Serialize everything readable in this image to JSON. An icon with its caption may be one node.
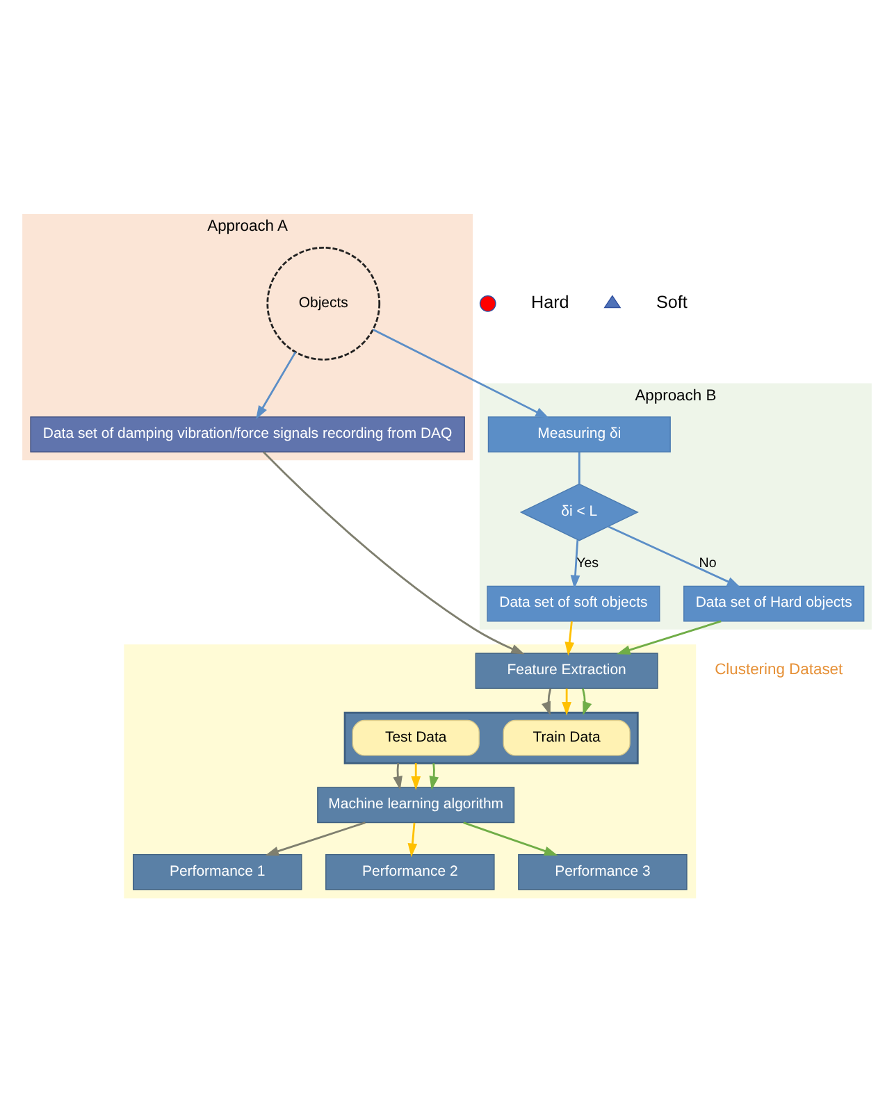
{
  "diagram": {
    "nodes": [
      {
        "text": [
          "Approach A"
        ]
      },
      {
        "text": [
          "Approach B"
        ]
      },
      {
        "text": [
          "Objects"
        ],
        "in": 0
      },
      {
        "text": [
          "Measuring δi"
        ],
        "in": 1
      },
      {
        "text": [
          "δi < L"
        ],
        "in": 1
      },
      {
        "text": [
          "Data set of soft objects"
        ],
        "in": 1
      },
      {
        "text": [
          "Data set of Hard objects"
        ],
        "in": 1
      },
      {
        "text": [
          "Data set of damping vibration/force signals recording from DAQ"
        ],
        "in": 0
      },
      {
        "text": [],
        "shape": "box"
      },
      {
        "text": [
          "Feature Extraction"
        ],
        "in": 8
      },
      {
        "text": [],
        "shape": "box",
        "in": 8
      },
      {
        "text": [
          "Train Data"
        ],
        "in": 10
      },
      {
        "text": [
          "Test Data"
        ],
        "in": 10
      },
      {
        "text": [
          "Machine learning algorithm"
        ],
        "in": 8
      },
      {
        "text": [
          "Performance 1"
        ],
        "in": 8
      },
      {
        "text": [
          "Performance 2"
        ],
        "in": 8
      },
      {
        "text": [
          "Performance 3"
        ],
        "in": 8
      }
    ],
    "edges": [
      {
        "from": 2,
        "to": 3,
        "arrow": "to",
        "color": "#5b8ec7"
      },
      {
        "from": 2,
        "to": 7,
        "arrow": "to",
        "color": "#5b8ec7"
      },
      {
        "from": 3,
        "to": 4,
        "arrow": "none",
        "color": "#5b8ec7"
      },
      {
        "from": 4,
        "to": 5,
        "arrow": "to",
        "label": "Yes",
        "color": "#5b8ec7"
      },
      {
        "from": 4,
        "to": 6,
        "arrow": "to",
        "label": "No",
        "color": "#5b8ec7"
      },
      {
        "from": 7,
        "to": 9,
        "arrow": "to",
        "color": "#7f7f6f"
      },
      {
        "from": 5,
        "to": 9,
        "arrow": "to",
        "color": "#ffc000"
      },
      {
        "from": 6,
        "to": 9,
        "arrow": "to",
        "color": "#70ad47"
      },
      {
        "from": 9,
        "to": 10,
        "arrow": "to",
        "color": "#7f7f6f"
      },
      {
        "from": 9,
        "to": 10,
        "arrow": "to",
        "color": "#ffc000"
      },
      {
        "from": 9,
        "to": 10,
        "arrow": "to",
        "color": "#70ad47"
      },
      {
        "from": 10,
        "to": 13,
        "arrow": "to",
        "color": "#7f7f6f"
      },
      {
        "from": 10,
        "to": 13,
        "arrow": "to",
        "color": "#ffc000"
      },
      {
        "from": 10,
        "to": 13,
        "arrow": "to",
        "color": "#70ad47"
      },
      {
        "from": 13,
        "to": 14,
        "arrow": "to",
        "color": "#7f7f6f"
      },
      {
        "from": 13,
        "to": 15,
        "arrow": "to",
        "color": "#ffc000"
      },
      {
        "from": 13,
        "to": 16,
        "arrow": "to",
        "color": "#70ad47"
      }
    ],
    "labels": [
      "Clustering Dataset"
    ],
    "legend": [
      {
        "text": "Hard"
      },
      {
        "text": "Soft"
      }
    ]
  }
}
